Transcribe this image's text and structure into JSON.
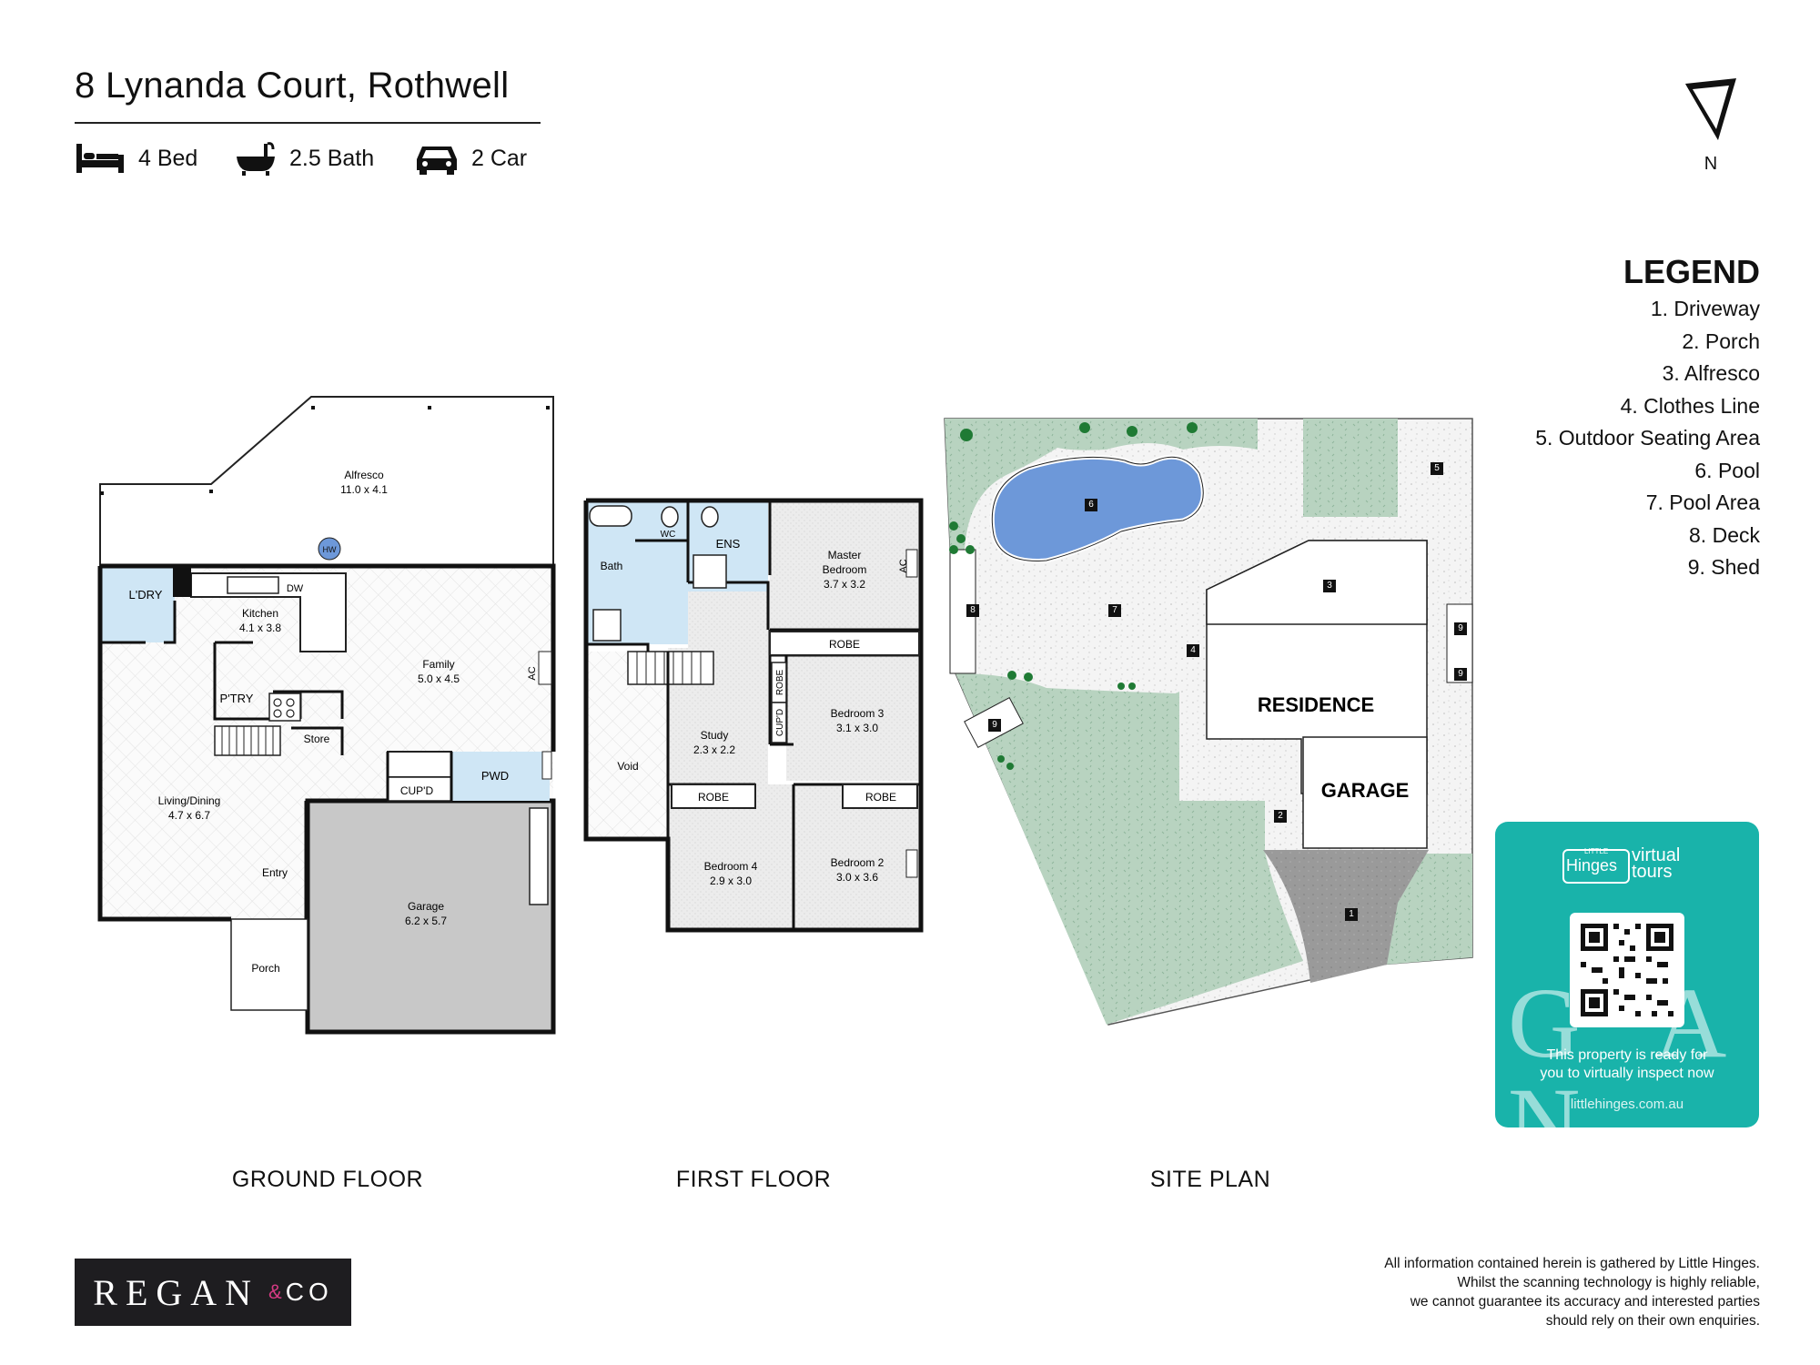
{
  "header": {
    "address": "8 Lynanda Court, Rothwell",
    "features": [
      {
        "icon": "bed-icon",
        "label": "4 Bed"
      },
      {
        "icon": "bathtub-icon",
        "label": "2.5 Bath"
      },
      {
        "icon": "car-icon",
        "label": "2 Car"
      }
    ]
  },
  "north_label": "N",
  "legend": {
    "title": "LEGEND",
    "items": [
      "1. Driveway",
      "2. Porch",
      "3. Alfresco",
      "4. Clothes Line",
      "5. Outdoor Seating Area",
      "6. Pool",
      "7. Pool Area",
      "8. Deck",
      "9. Shed"
    ]
  },
  "ground_floor": {
    "label": "GROUND FLOOR",
    "rooms": {
      "alfresco": "Alfresco",
      "alfresco_size": "11.0 x 4.1",
      "hw": "HW",
      "laundry": "L'DRY",
      "dw": "DW",
      "kitchen": "Kitchen",
      "kitchen_size": "4.1 x 3.8",
      "family": "Family",
      "family_size": "5.0 x 4.5",
      "ac": "AC",
      "pantry": "P'TRY",
      "store": "Store",
      "living": "Living/Dining",
      "living_size": "4.7 x 6.7",
      "cupd": "CUP'D",
      "pwd": "PWD",
      "entry": "Entry",
      "garage": "Garage",
      "garage_size": "6.2 x 5.7",
      "porch": "Porch"
    }
  },
  "first_floor": {
    "label": "FIRST FLOOR",
    "rooms": {
      "bath": "Bath",
      "wc": "WC",
      "ens": "ENS",
      "master": "Master",
      "master2": "Bedroom",
      "master_size": "3.7 x 3.2",
      "ac": "AC",
      "robe": "ROBE",
      "void": "Void",
      "study": "Study",
      "study_size": "2.3 x 2.2",
      "cupd": "CUP'D",
      "bed3": "Bedroom 3",
      "bed3_size": "3.1 x 3.0",
      "bed4": "Bedroom 4",
      "bed4_size": "2.9 x 3.0",
      "bed2": "Bedroom 2",
      "bed2_size": "3.0 x 3.6"
    }
  },
  "site_plan": {
    "label": "SITE PLAN",
    "residence": "RESIDENCE",
    "garage": "GARAGE",
    "markers": [
      "1",
      "2",
      "3",
      "4",
      "5",
      "6",
      "7",
      "8",
      "9"
    ]
  },
  "virtual_tour": {
    "brand_small": "LITTLE",
    "brand": "Hinges",
    "virtual": "virtual",
    "tours": "tours",
    "line1": "This property is ready for",
    "line2": "you to virtually inspect now",
    "url": "littlehinges.com.au",
    "watermark": "G A N"
  },
  "agency_logo": {
    "main": "REGAN",
    "amp": "&",
    "co": "CO"
  },
  "disclaimer": [
    "All information contained herein is gathered by Little Hinges.",
    "Whilst the scanning technology is highly reliable,",
    "we cannot guarantee its accuracy and interested parties",
    "should rely on their own enquiries."
  ],
  "colors": {
    "wet_area": "#cfe6f5",
    "garage_floor": "#c8c8c8",
    "lawn": "#b8d3c0",
    "pool": "#6d98d9",
    "driveway": "#9a9a9a",
    "teal": "#19b3aa",
    "logo_accent": "#d63b84"
  }
}
